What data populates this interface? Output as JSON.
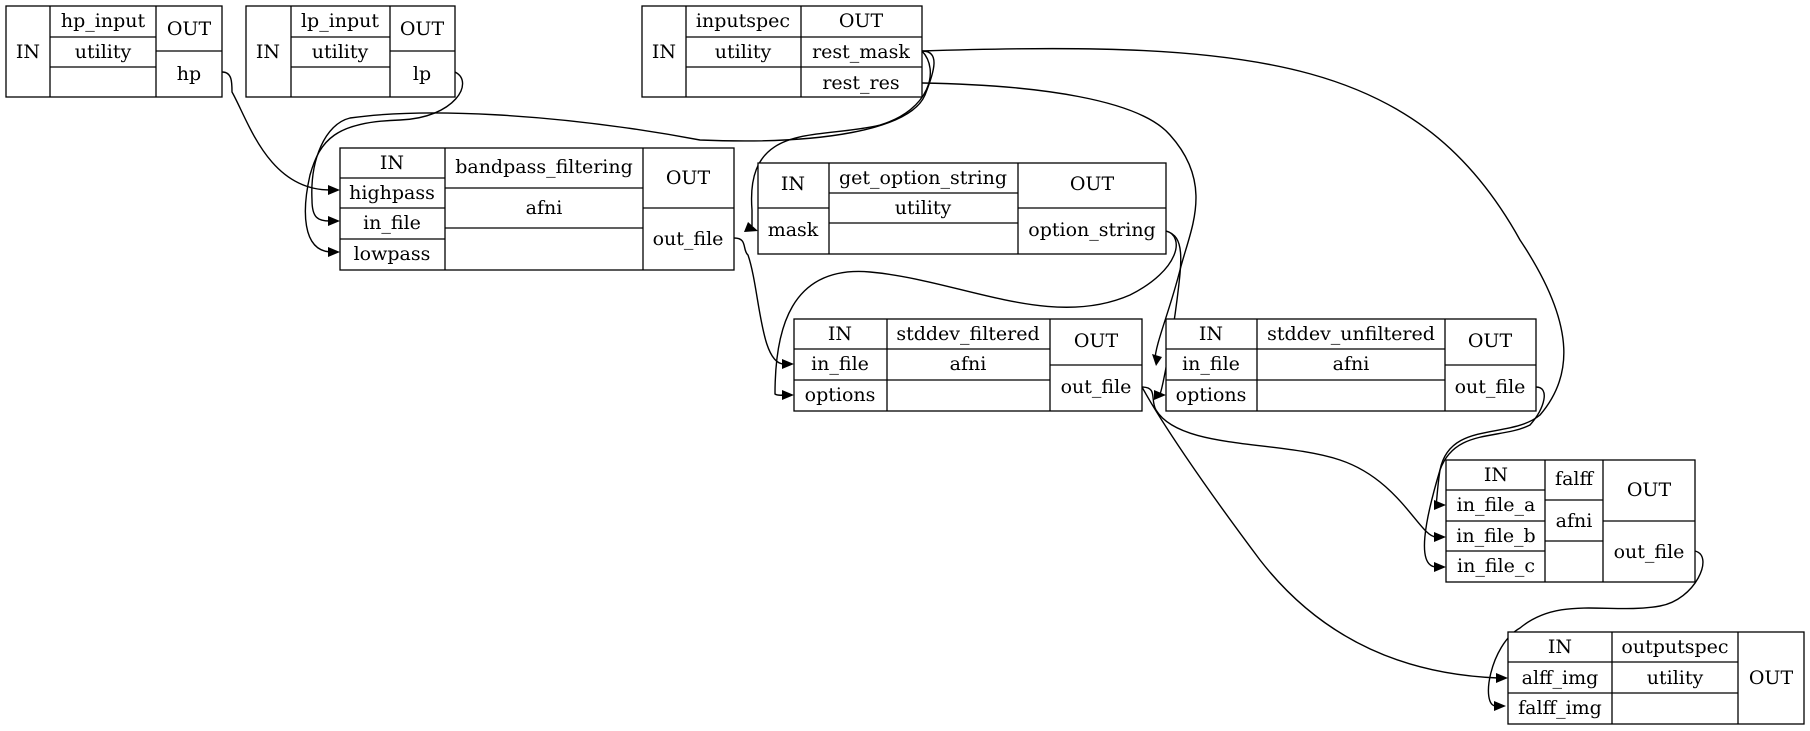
{
  "nodes": {
    "hp_input": {
      "in_label": "IN",
      "name": "hp_input",
      "module": "utility",
      "out_label": "OUT",
      "inputs": [],
      "outputs": [
        "hp"
      ]
    },
    "lp_input": {
      "in_label": "IN",
      "name": "lp_input",
      "module": "utility",
      "out_label": "OUT",
      "inputs": [],
      "outputs": [
        "lp"
      ]
    },
    "inputspec": {
      "in_label": "IN",
      "name": "inputspec",
      "module": "utility",
      "out_label": "OUT",
      "inputs": [],
      "outputs": [
        "rest_mask",
        "rest_res"
      ]
    },
    "bandpass_filtering": {
      "in_label": "IN",
      "name": "bandpass_filtering",
      "module": "afni",
      "out_label": "OUT",
      "inputs": [
        "highpass",
        "in_file",
        "lowpass"
      ],
      "outputs": [
        "out_file"
      ]
    },
    "get_option_string": {
      "in_label": "IN",
      "name": "get_option_string",
      "module": "utility",
      "out_label": "OUT",
      "inputs": [
        "mask"
      ],
      "outputs": [
        "option_string"
      ]
    },
    "stddev_filtered": {
      "in_label": "IN",
      "name": "stddev_filtered",
      "module": "afni",
      "out_label": "OUT",
      "inputs": [
        "in_file",
        "options"
      ],
      "outputs": [
        "out_file"
      ]
    },
    "stddev_unfiltered": {
      "in_label": "IN",
      "name": "stddev_unfiltered",
      "module": "afni",
      "out_label": "OUT",
      "inputs": [
        "in_file",
        "options"
      ],
      "outputs": [
        "out_file"
      ]
    },
    "falff": {
      "in_label": "IN",
      "name": "falff",
      "module": "afni",
      "out_label": "OUT",
      "inputs": [
        "in_file_a",
        "in_file_b",
        "in_file_c"
      ],
      "outputs": [
        "out_file"
      ]
    },
    "outputspec": {
      "in_label": "IN",
      "name": "outputspec",
      "module": "utility",
      "out_label": "OUT",
      "inputs": [
        "alff_img",
        "falff_img"
      ],
      "outputs": []
    }
  },
  "edges": [
    {
      "from": "hp_input.hp",
      "to": "bandpass_filtering.highpass"
    },
    {
      "from": "lp_input.lp",
      "to": "bandpass_filtering.lowpass"
    },
    {
      "from": "inputspec.rest_mask",
      "to": "bandpass_filtering.in_file"
    },
    {
      "from": "inputspec.rest_mask",
      "to": "get_option_string.mask"
    },
    {
      "from": "inputspec.rest_mask",
      "to": "falff.in_file_a"
    },
    {
      "from": "inputspec.rest_res",
      "to": "stddev_unfiltered.in_file"
    },
    {
      "from": "bandpass_filtering.out_file",
      "to": "stddev_filtered.in_file"
    },
    {
      "from": "get_option_string.option_string",
      "to": "stddev_filtered.options"
    },
    {
      "from": "get_option_string.option_string",
      "to": "stddev_unfiltered.options"
    },
    {
      "from": "stddev_filtered.out_file",
      "to": "falff.in_file_b"
    },
    {
      "from": "stddev_filtered.out_file",
      "to": "outputspec.alff_img"
    },
    {
      "from": "stddev_unfiltered.out_file",
      "to": "falff.in_file_c"
    },
    {
      "from": "falff.out_file",
      "to": "outputspec.falff_img"
    }
  ]
}
